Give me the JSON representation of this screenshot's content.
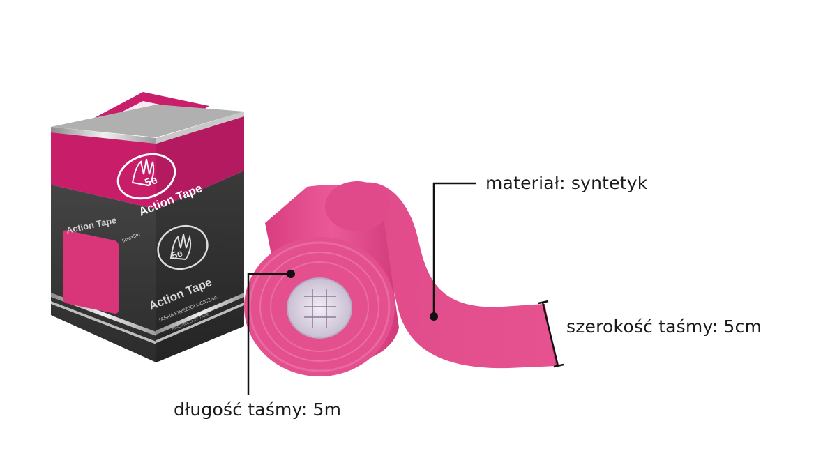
{
  "product": {
    "brand_name": "Action Tape",
    "box_subtitle": "TAŚMA KINEZJOLOGICZNA",
    "box_subtitle_en": "KINESIOLOGY TAPE",
    "box_size": "5cm×5m",
    "logo_mark": "5e",
    "side_text": "Action Tape",
    "tape_color": "#e2488a",
    "box_color": "#c81e6a",
    "box_dark_color": "#3a3a3a"
  },
  "callouts": {
    "material": "materiał: syntetyk",
    "width": "szerokość taśmy: 5cm",
    "length": "długość taśmy: 5m"
  }
}
